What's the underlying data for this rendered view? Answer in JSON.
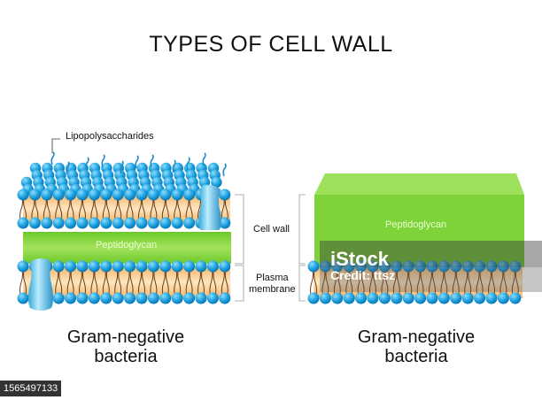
{
  "title": "TYPES OF CELL WALL",
  "left": {
    "lps_label": "Lipopolysaccharides",
    "peptidoglycan_label": "Peptidoglycan",
    "caption_line1": "Gram-negative",
    "caption_line2": "bacteria"
  },
  "labels": {
    "cell_wall": "Cell wall",
    "plasma_line1": "Plasma",
    "plasma_line2": "membrane"
  },
  "right": {
    "peptidoglycan_label": "Peptidoglycan",
    "caption_line1": "Gram-negative",
    "caption_line2": "bacteria"
  },
  "watermark": {
    "logo": "iStock",
    "credit": "Credit: ttsz"
  },
  "image_id": "1565497133",
  "colors": {
    "head": "#1fa3df",
    "headDark": "#0a78b8",
    "tail": "#f5c98a",
    "green": "#7ed33a",
    "greenLight": "#a3e35c",
    "protein": "#5fc4e6"
  }
}
